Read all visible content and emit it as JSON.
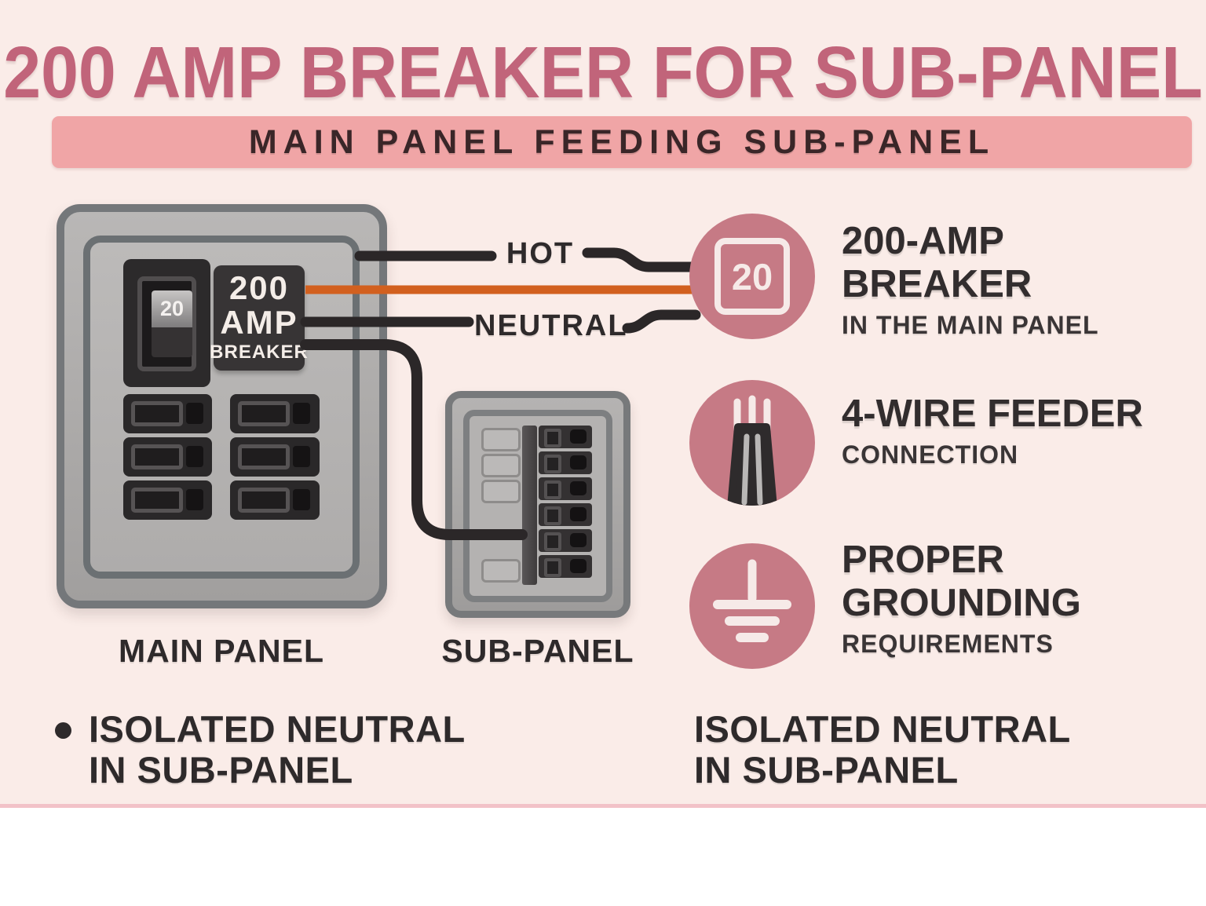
{
  "title": "200 AMP BREAKER FOR SUB-PANEL",
  "banner": "MAIN PANEL FEEDING SUB-PANEL",
  "diagram": {
    "main_panel": {
      "label": "MAIN PANEL",
      "breaker_toggle": "20",
      "breaker_box": [
        "200",
        "AMP",
        "BREAKER"
      ]
    },
    "sub_panel": {
      "label": "SUB-PANEL"
    },
    "wire_labels": {
      "hot": "HOT",
      "neutral": "NEUTRAL"
    }
  },
  "features": [
    {
      "icon": "breaker-20-icon",
      "icon_text": "20",
      "title_lines": [
        "200-AMP",
        "BREAKER"
      ],
      "subtitle": "IN THE MAIN PANEL"
    },
    {
      "icon": "feeder-cable-icon",
      "title_lines": [
        "4-WIRE FEEDER"
      ],
      "subtitle": "CONNECTION"
    },
    {
      "icon": "ground-symbol-icon",
      "title_lines": [
        "PROPER",
        "GROUNDING"
      ],
      "subtitle": "REQUIREMENTS"
    }
  ],
  "notes": {
    "left": {
      "lines": [
        "ISOLATED NEUTRAL",
        "IN SUB-PANEL"
      ]
    },
    "right": {
      "lines": [
        "ISOLATED NEUTRAL",
        "IN SUB-PANEL"
      ]
    }
  },
  "colors": {
    "background": "#faece8",
    "footer": "#ffffff",
    "divider": "#f2c2c8",
    "title": "#c1647a",
    "banner_bg": "#f0a5a6",
    "banner_text": "#3a2628",
    "text_dark": "#2e2a2b",
    "accent_circle": "#c67a85",
    "icon_light": "#f6eae8",
    "wire_black": "#2b2728",
    "wire_orange": "#d2601f",
    "panel_gray": "#aba9a8",
    "panel_border": "#74777a",
    "breaker_dark": "#2e2b2c"
  }
}
